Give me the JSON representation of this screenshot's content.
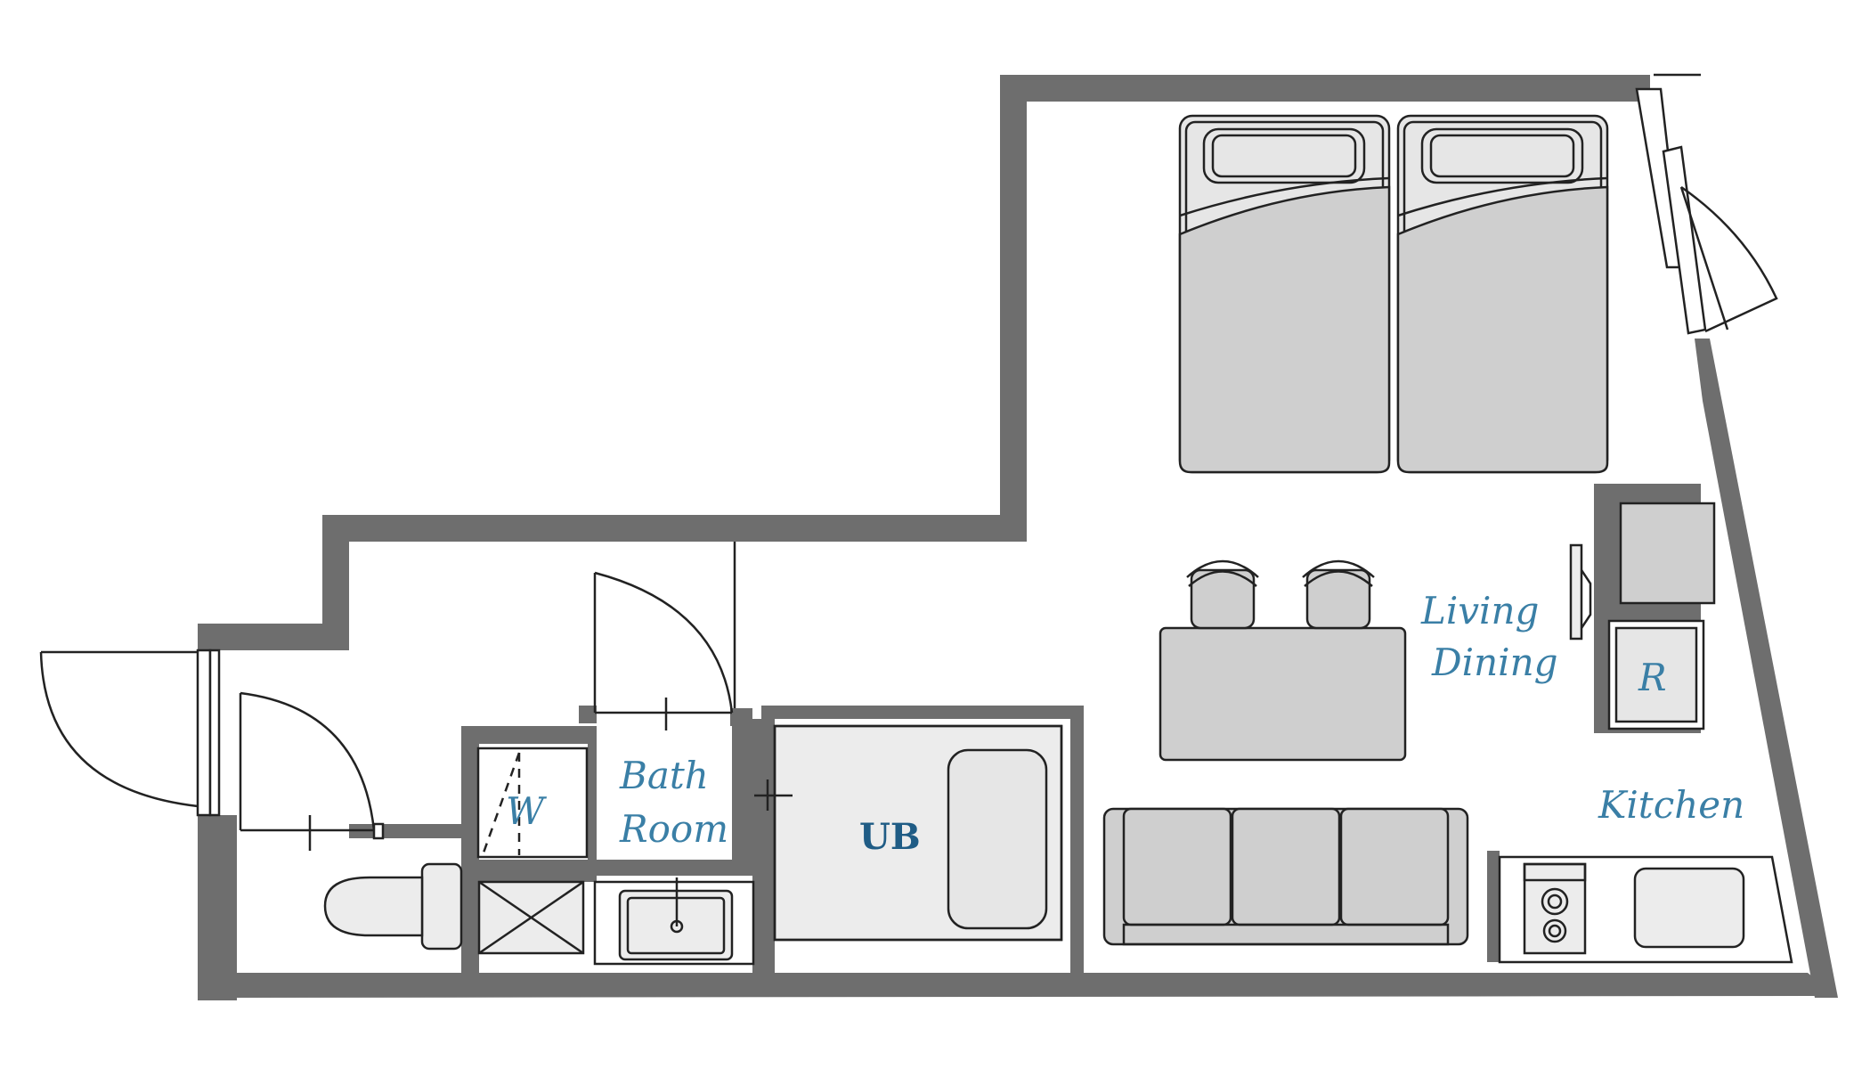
{
  "rooms": {
    "living": {
      "line1": "Living",
      "line2": "Dining"
    },
    "bath": {
      "line1": "Bath",
      "line2": "Room"
    },
    "kitchen": "Kitchen",
    "unit_bath": "UB",
    "washer": "W",
    "fridge": "R"
  },
  "colors": {
    "wall": "#6e6e6e",
    "label": "#3a7fa6",
    "furniture": "#cfcfcf"
  }
}
